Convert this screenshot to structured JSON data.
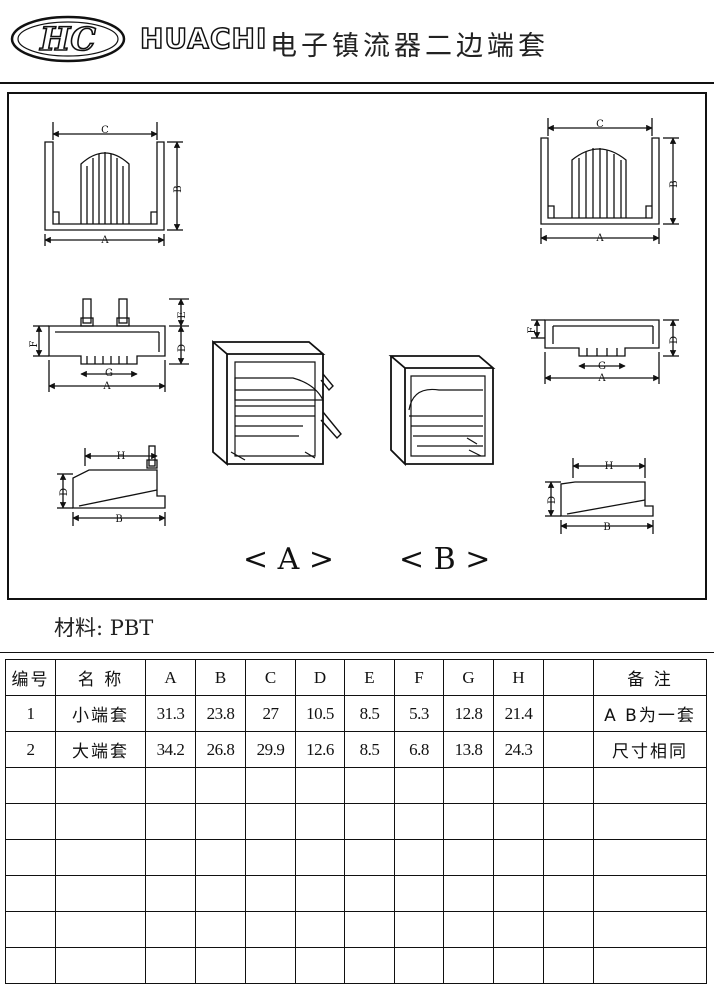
{
  "header": {
    "logo_text": "HC",
    "brand": "HUACHI",
    "product_title": "电子镇流器二边端套"
  },
  "drawing": {
    "dimension_letters": {
      "A": "A",
      "B": "B",
      "C": "C",
      "D": "D",
      "E": "E",
      "F": "F",
      "G": "G",
      "H": "H"
    },
    "variant_a": "< A >",
    "variant_b": "< B >"
  },
  "material": "材料: PBT",
  "table": {
    "headers": [
      "编号",
      "名  称",
      "A",
      "B",
      "C",
      "D",
      "E",
      "F",
      "G",
      "H",
      "",
      "备    注"
    ],
    "rows": [
      [
        "1",
        "小端套",
        "31.3",
        "23.8",
        "27",
        "10.5",
        "8.5",
        "5.3",
        "12.8",
        "21.4",
        "",
        "A B为一套"
      ],
      [
        "2",
        "大端套",
        "34.2",
        "26.8",
        "29.9",
        "12.6",
        "8.5",
        "6.8",
        "13.8",
        "24.3",
        "",
        "尺寸相同"
      ]
    ],
    "empty_rows": 6
  }
}
